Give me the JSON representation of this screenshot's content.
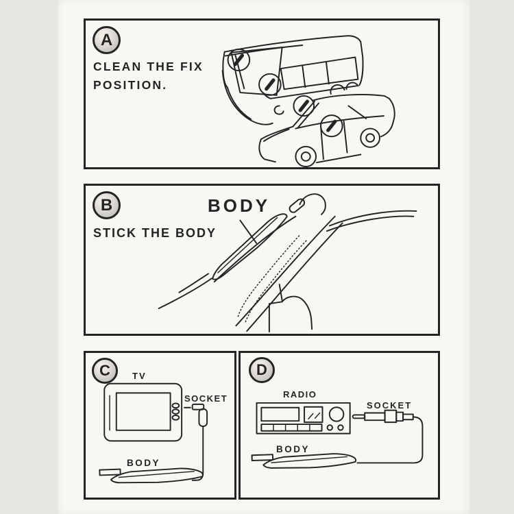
{
  "colors": {
    "background": "#e8e6e2",
    "paper": "#f9f7f3",
    "ink": "#242424",
    "badge_fill": "#d7d4cf"
  },
  "panels": {
    "a": {
      "badge": "A",
      "caption_line1": "CLEAN THE FIX",
      "caption_line2": "POSITION."
    },
    "b": {
      "badge": "B",
      "body_label": "BODY",
      "caption": "STICK THE BODY"
    },
    "c": {
      "badge": "C",
      "tv_label": "TV",
      "socket_label": "SOCKET",
      "body_label": "BODY"
    },
    "d": {
      "badge": "D",
      "radio_label": "RADIO",
      "socket_label": "SOCKET",
      "body_label": "BODY"
    }
  }
}
